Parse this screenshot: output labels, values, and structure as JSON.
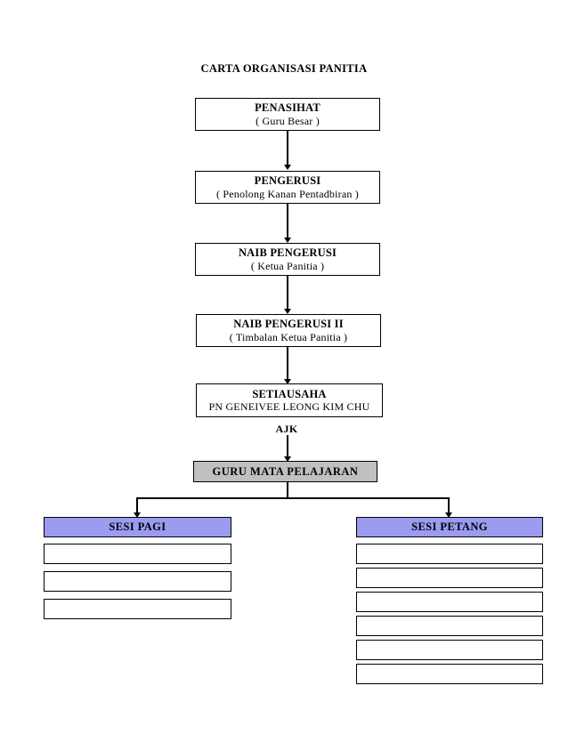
{
  "document": {
    "title": "CARTA ORGANISASI PANITIA"
  },
  "hierarchy": {
    "nodes": [
      {
        "id": "penasihat",
        "title": "PENASIHAT",
        "subtitle": "( Guru  Besar  )"
      },
      {
        "id": "pengerusi",
        "title": "PENGERUSI",
        "subtitle": "( Penolong  Kanan Pentadbiran  )"
      },
      {
        "id": "naib1",
        "title": "NAIB PENGERUSI",
        "subtitle": "( Ketua Panitia  )"
      },
      {
        "id": "naib2",
        "title": "NAIB PENGERUSI II",
        "subtitle": "( Timbalan  Ketua Panitia  )"
      },
      {
        "id": "setiausaha",
        "title": "SETIAUSAHA",
        "subtitle": "PN GENEIVEE  LEONG KIM CHU"
      },
      {
        "id": "guru",
        "title": "GURU MATA PELAJARAN",
        "subtitle": ""
      }
    ],
    "ajk_label": "AJK"
  },
  "sessions": {
    "morning": {
      "header": "SESI PAGI",
      "slots": [
        "",
        "",
        ""
      ]
    },
    "afternoon": {
      "header": "SESI PETANG",
      "slots": [
        "",
        "",
        "",
        "",
        "",
        ""
      ]
    }
  },
  "colors": {
    "guru_box_fill": "#c0c0c0",
    "session_header_fill": "#9b9bf0",
    "border": "#000000",
    "background": "#ffffff"
  }
}
